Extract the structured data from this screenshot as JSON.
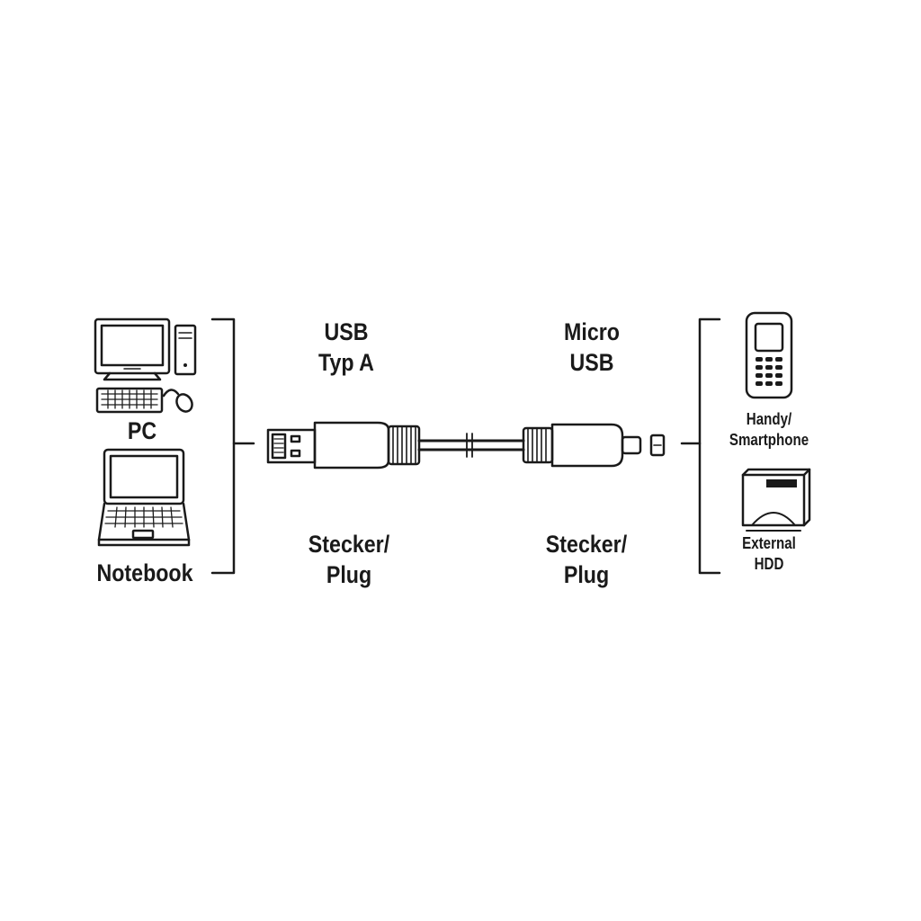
{
  "labels": {
    "pc": "PC",
    "notebook": "Notebook",
    "usb_a_line1": "USB",
    "usb_a_line2": "Typ A",
    "micro_line1": "Micro",
    "micro_line2": "USB",
    "plug_left_line1": "Stecker/",
    "plug_left_line2": "Plug",
    "plug_right_line1": "Stecker/",
    "plug_right_line2": "Plug",
    "handy_line1": "Handy/",
    "handy_line2": "Smartphone",
    "hdd_line1": "External",
    "hdd_line2": "HDD"
  },
  "icons": {
    "pc": "desktop-computer-icon",
    "notebook": "laptop-icon",
    "cable": "usb-cable-icon",
    "phone": "mobile-phone-icon",
    "hdd": "external-hard-drive-icon"
  },
  "colors": {
    "line": "#1a1a1a",
    "background": "#ffffff"
  }
}
